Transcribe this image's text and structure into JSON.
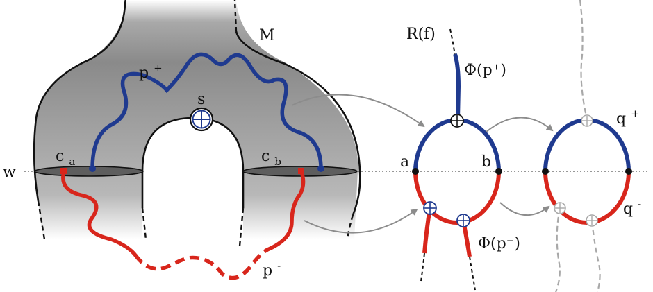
{
  "labels": {
    "M": "M",
    "w": "w",
    "s": "s",
    "p_plus_base": "p",
    "p_plus_sup": "+",
    "p_minus_base": "p",
    "p_minus_sup": "-",
    "c_a_base": "c",
    "c_a_sub": "a",
    "c_b_base": "c",
    "c_b_sub": "b",
    "a": "a",
    "b": "b",
    "R_f": "R(f)",
    "phi_p_plus": "Φ(p⁺)",
    "phi_p_minus": "Φ(p⁻)",
    "q_plus_base": "q",
    "q_plus_sup": "+",
    "q_minus_base": "q",
    "q_minus_sup": "-"
  },
  "colors": {
    "surface": "#8a8a8a",
    "surface_dark": "#6f6f6f",
    "blue": "#1f3a8f",
    "red": "#d8261c",
    "arrow": "#8c8c8c",
    "dashed_grey": "#a8a8a8",
    "ink": "#111111"
  }
}
